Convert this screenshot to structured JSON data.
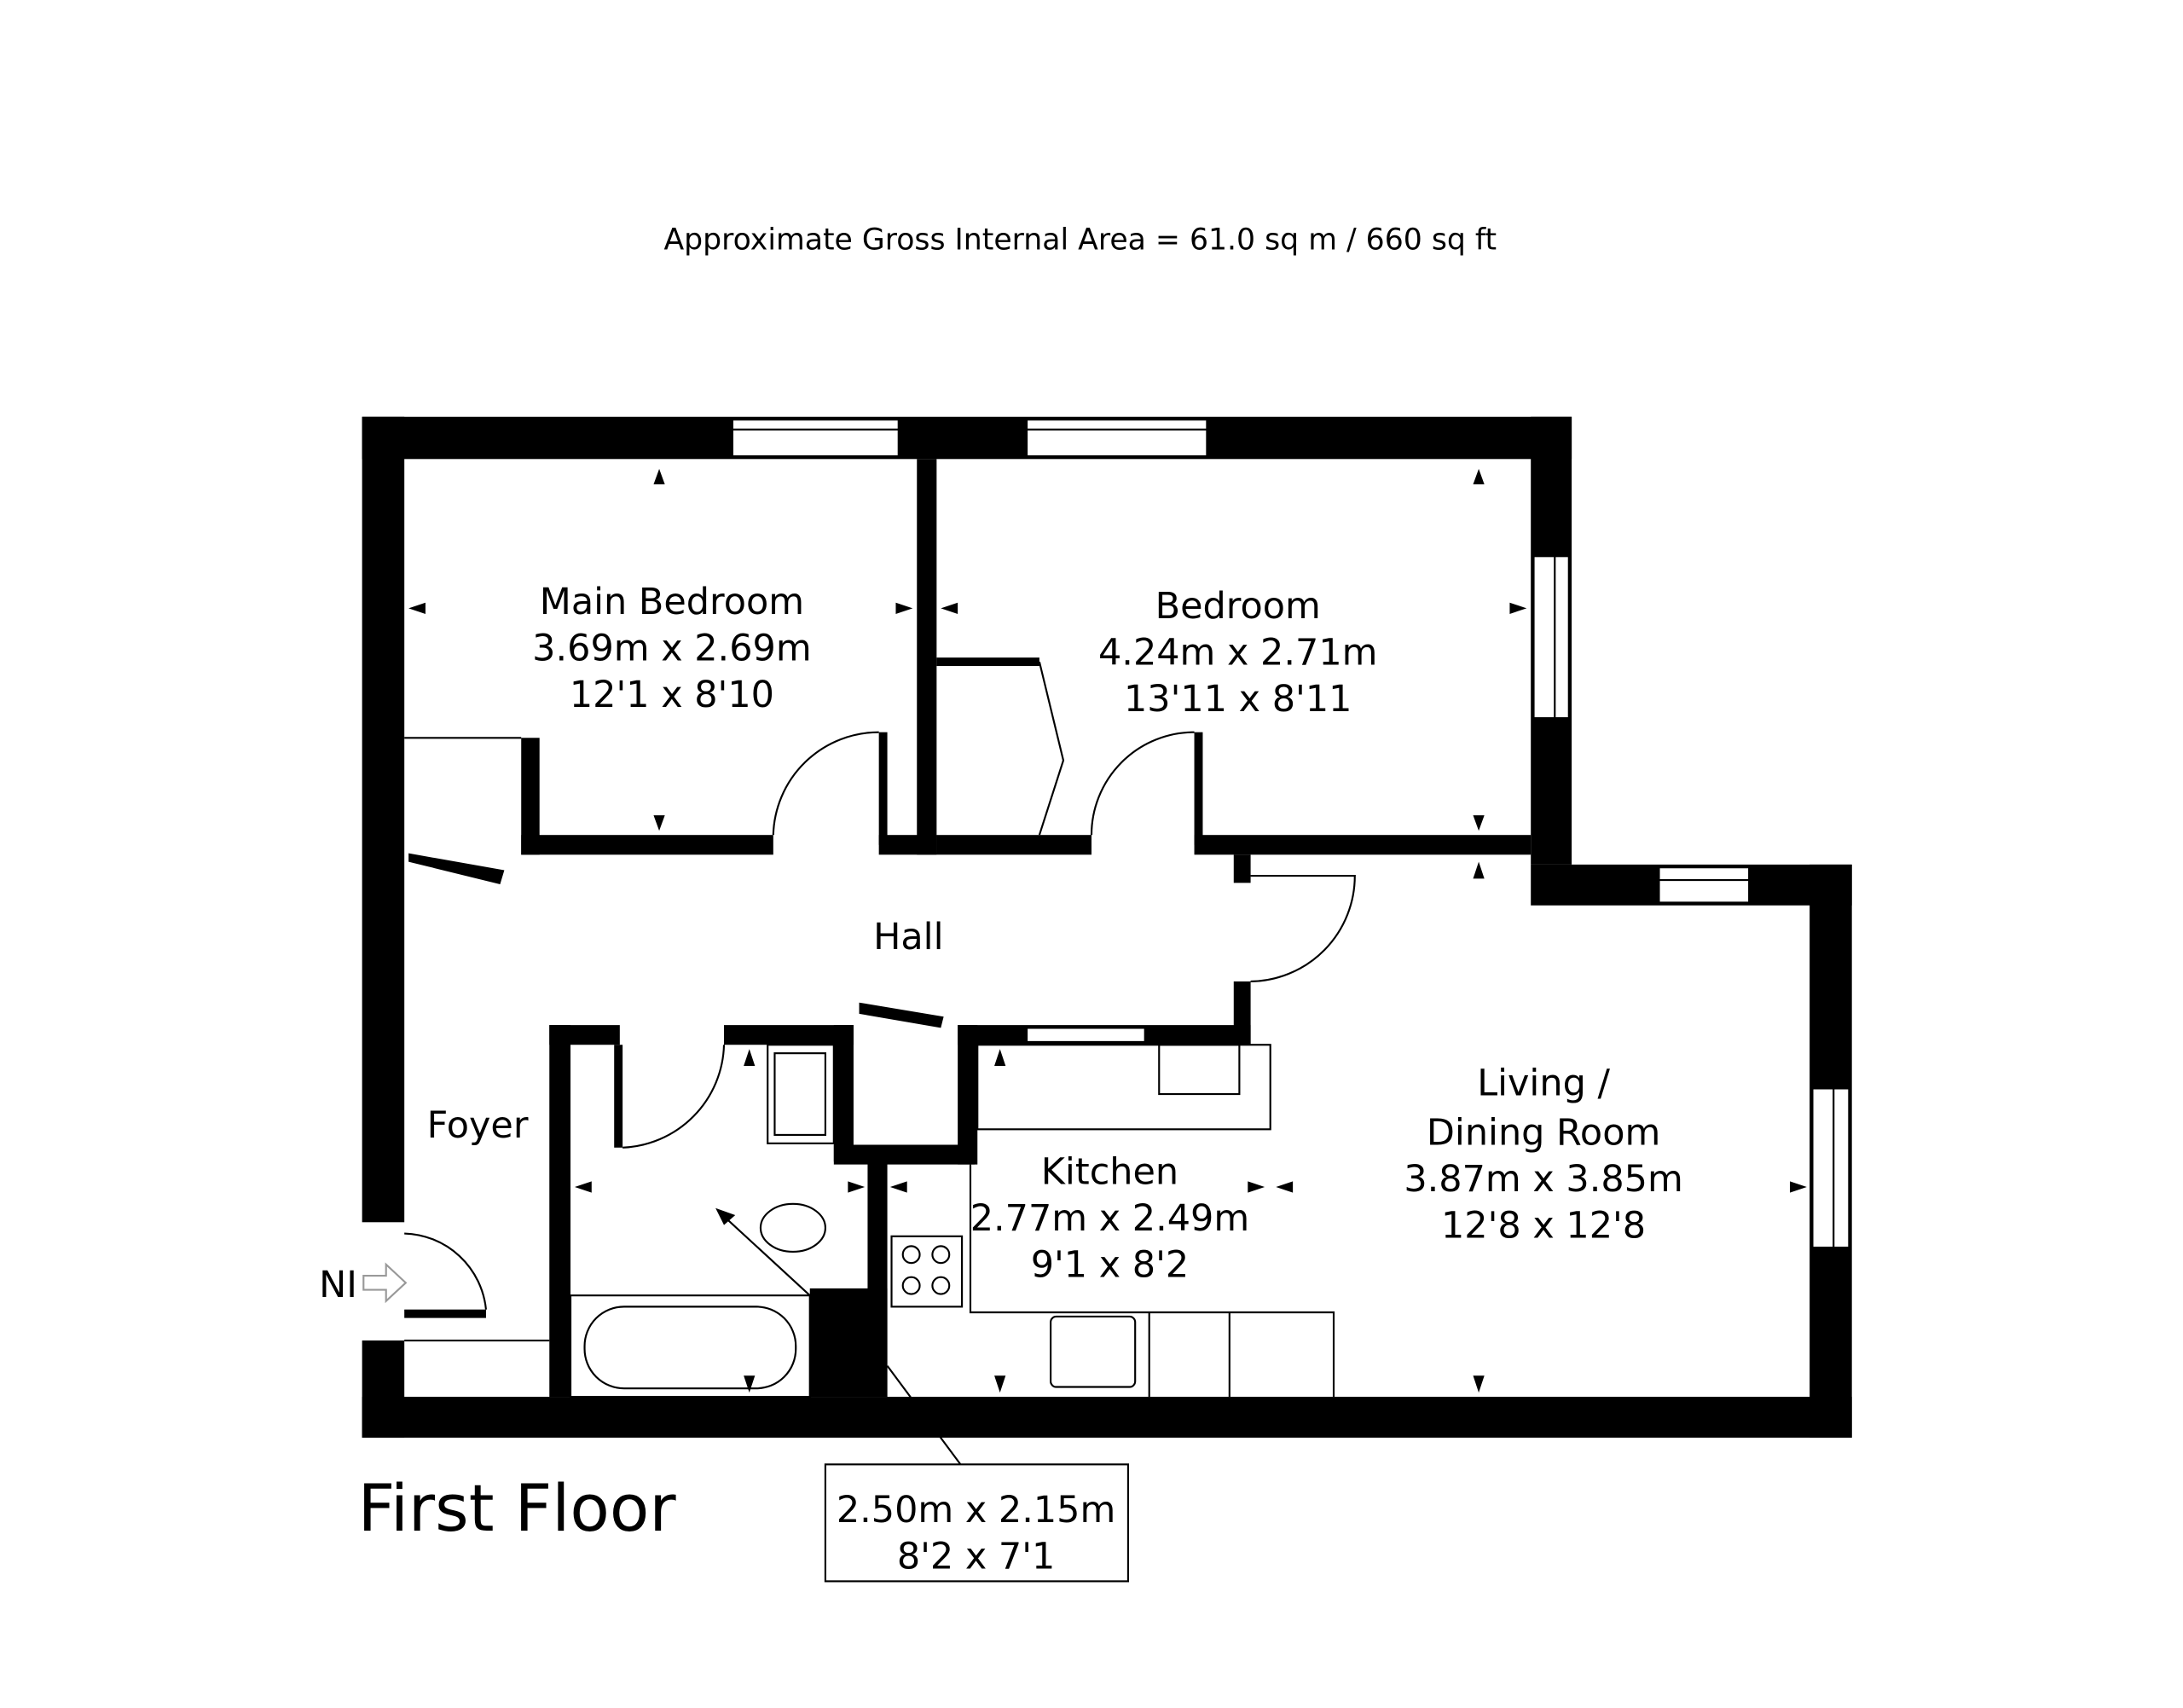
{
  "header": {
    "area": "Approximate Gross Internal Area = 61.0 sq m / 660 sq ft"
  },
  "floor_title": "First Floor",
  "entrance_label": "NI",
  "rooms": {
    "main_bedroom": {
      "name": "Main Bedroom",
      "metric": "3.69m x 2.69m",
      "imperial": "12'1 x 8'10"
    },
    "bedroom": {
      "name": "Bedroom",
      "metric": "4.24m x 2.71m",
      "imperial": "13'11 x 8'11"
    },
    "hall": {
      "name": "Hall"
    },
    "foyer": {
      "name": "Foyer"
    },
    "kitchen": {
      "name": "Kitchen",
      "metric": "2.77m x 2.49m",
      "imperial": "9'1 x 8'2"
    },
    "living": {
      "name_line1": "Living /",
      "name_line2": "Dining Room",
      "metric": "3.87m x 3.85m",
      "imperial": "12'8 x 12'8"
    },
    "bathroom": {
      "metric": "2.50m x 2.15m",
      "imperial": "8'2 x 7'1"
    }
  }
}
